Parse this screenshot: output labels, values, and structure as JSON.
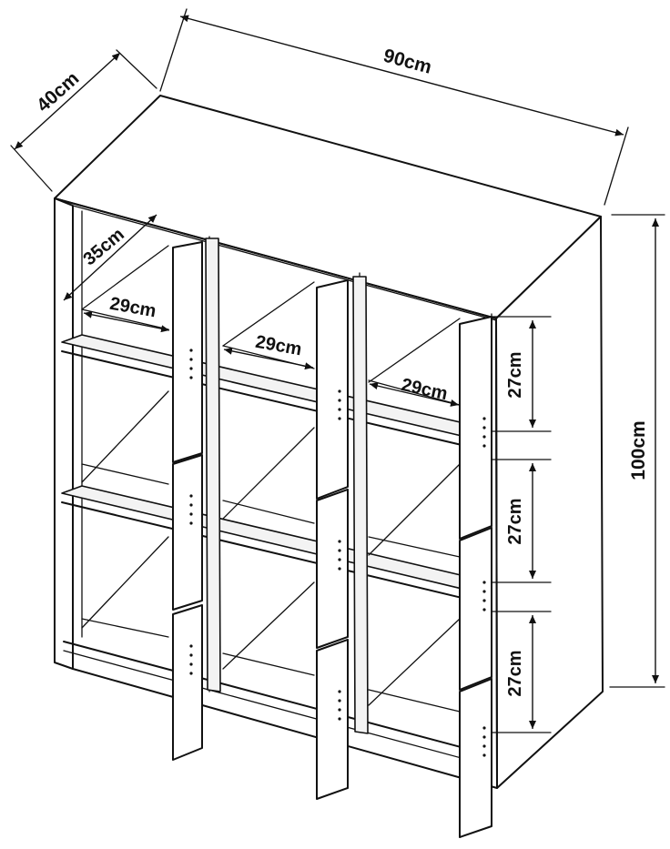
{
  "diagram": {
    "dimensions": {
      "width": "90cm",
      "depth": "40cm",
      "height": "100cm",
      "inner_depth": "35cm",
      "compartment_width_left": "29cm",
      "compartment_width_middle": "29cm",
      "compartment_width_right": "29cm",
      "compartment_height_top": "27cm",
      "compartment_height_middle": "27cm",
      "compartment_height_bottom": "27cm"
    }
  }
}
